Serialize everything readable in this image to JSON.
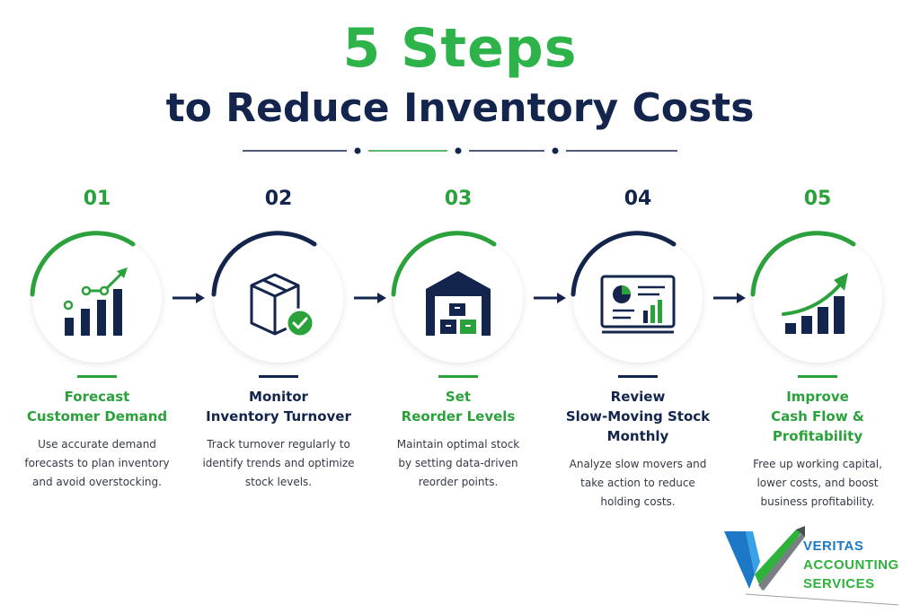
{
  "header": {
    "title": "5 Steps",
    "subtitle": "to Reduce Inventory Costs"
  },
  "colors": {
    "green": "#2aa13b",
    "navy": "#14254d",
    "text": "#333a45",
    "logo_blue": "#1d78c8"
  },
  "steps": [
    {
      "number": "01",
      "accent": "green",
      "icon": "growth-bar-chart-icon",
      "title_lines": [
        "Forecast",
        "Customer Demand"
      ],
      "desc_lines": [
        "Use accurate demand",
        "forecasts to plan inventory",
        "and avoid overstocking."
      ]
    },
    {
      "number": "02",
      "accent": "navy",
      "icon": "box-check-icon",
      "title_lines": [
        "Monitor",
        "Inventory Turnover"
      ],
      "desc_lines": [
        "Track turnover regularly to",
        "identify trends and optimize",
        "stock levels."
      ]
    },
    {
      "number": "03",
      "accent": "green",
      "icon": "warehouse-icon",
      "title_lines": [
        "Set",
        "Reorder Levels"
      ],
      "desc_lines": [
        "Maintain optimal stock",
        "by setting data-driven",
        "reorder points."
      ]
    },
    {
      "number": "04",
      "accent": "navy",
      "icon": "report-dashboard-icon",
      "title_lines": [
        "Review",
        "Slow-Moving Stock",
        "Monthly"
      ],
      "desc_lines": [
        "Analyze slow movers and",
        "take action to reduce",
        "holding costs."
      ]
    },
    {
      "number": "05",
      "accent": "green",
      "icon": "profit-growth-icon",
      "title_lines": [
        "Improve",
        "Cash Flow &",
        "Profitability"
      ],
      "desc_lines": [
        "Free up working capital,",
        "lower costs, and boost",
        "business profitability."
      ]
    }
  ],
  "logo": {
    "line1": "VERITAS",
    "line2": "ACCOUNTING",
    "line3": "SERVICES"
  }
}
